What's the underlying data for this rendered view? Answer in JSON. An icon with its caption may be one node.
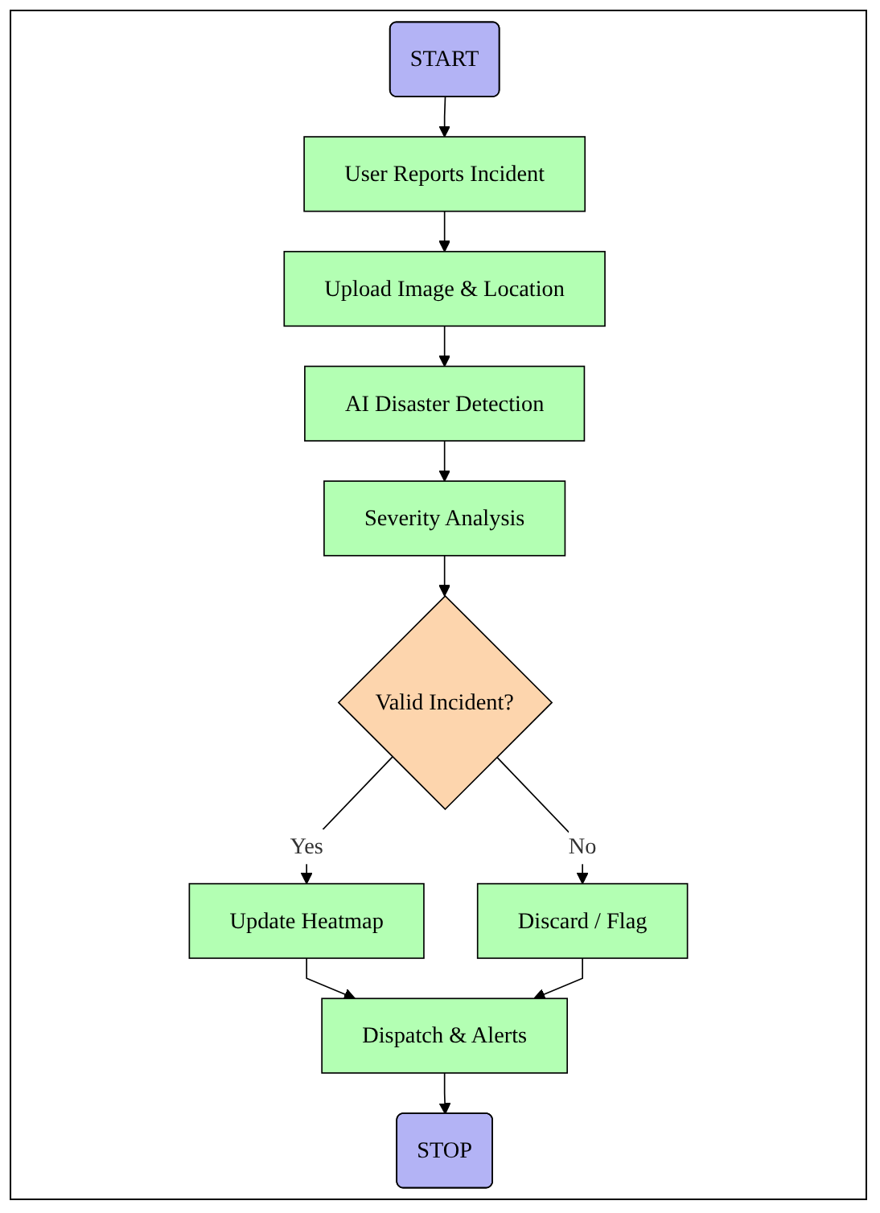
{
  "diagram": {
    "nodes": [
      {
        "text": [
          "START"
        ]
      },
      {
        "text": [
          "User Reports Incident"
        ]
      },
      {
        "text": [
          "Upload Image & Location"
        ]
      },
      {
        "text": [
          "AI Disaster Detection"
        ]
      },
      {
        "text": [
          "Severity Analysis"
        ]
      },
      {
        "text": [
          "Valid Incident?"
        ]
      },
      {
        "text": [
          "Update Heatmap"
        ]
      },
      {
        "text": [
          "Discard / Flag"
        ]
      },
      {
        "text": [
          "Dispatch & Alerts"
        ]
      },
      {
        "text": [
          "STOP"
        ]
      }
    ],
    "edges": [
      {
        "from": 0,
        "to": 1,
        "arrow": "to"
      },
      {
        "from": 1,
        "to": 2,
        "arrow": "to"
      },
      {
        "from": 2,
        "to": 3,
        "arrow": "to"
      },
      {
        "from": 3,
        "to": 4,
        "arrow": "to"
      },
      {
        "from": 4,
        "to": 5,
        "arrow": "to"
      },
      {
        "from": 5,
        "to": 6,
        "label": "Yes",
        "arrow": "to"
      },
      {
        "from": 5,
        "to": 7,
        "label": "No",
        "arrow": "to"
      },
      {
        "from": 6,
        "to": 8,
        "arrow": "to"
      },
      {
        "from": 7,
        "to": 8,
        "arrow": "to"
      },
      {
        "from": 8,
        "to": 9,
        "arrow": "to"
      }
    ]
  }
}
